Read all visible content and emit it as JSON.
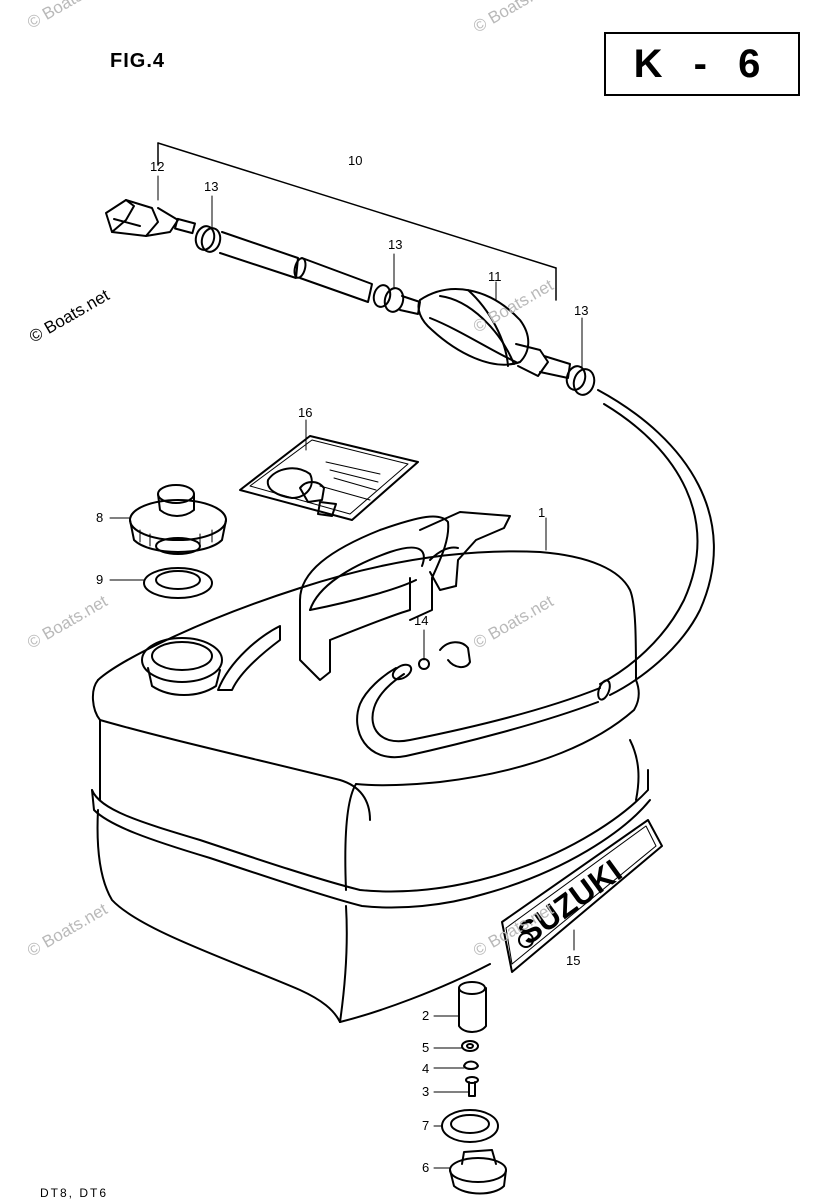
{
  "figure_label": "FIG.4",
  "section_code": "K - 6",
  "watermark": "© Boats.net",
  "decal_text": "SUZUKI",
  "footer_text": "DT8, DT6",
  "callouts": {
    "c1": "1",
    "c2": "2",
    "c3": "3",
    "c4": "4",
    "c5": "5",
    "c6": "6",
    "c7": "7",
    "c8": "8",
    "c9": "9",
    "c10": "10",
    "c11": "11",
    "c12": "12",
    "c13a": "13",
    "c13b": "13",
    "c13c": "13",
    "c14": "14",
    "c15": "15",
    "c16": "16"
  }
}
